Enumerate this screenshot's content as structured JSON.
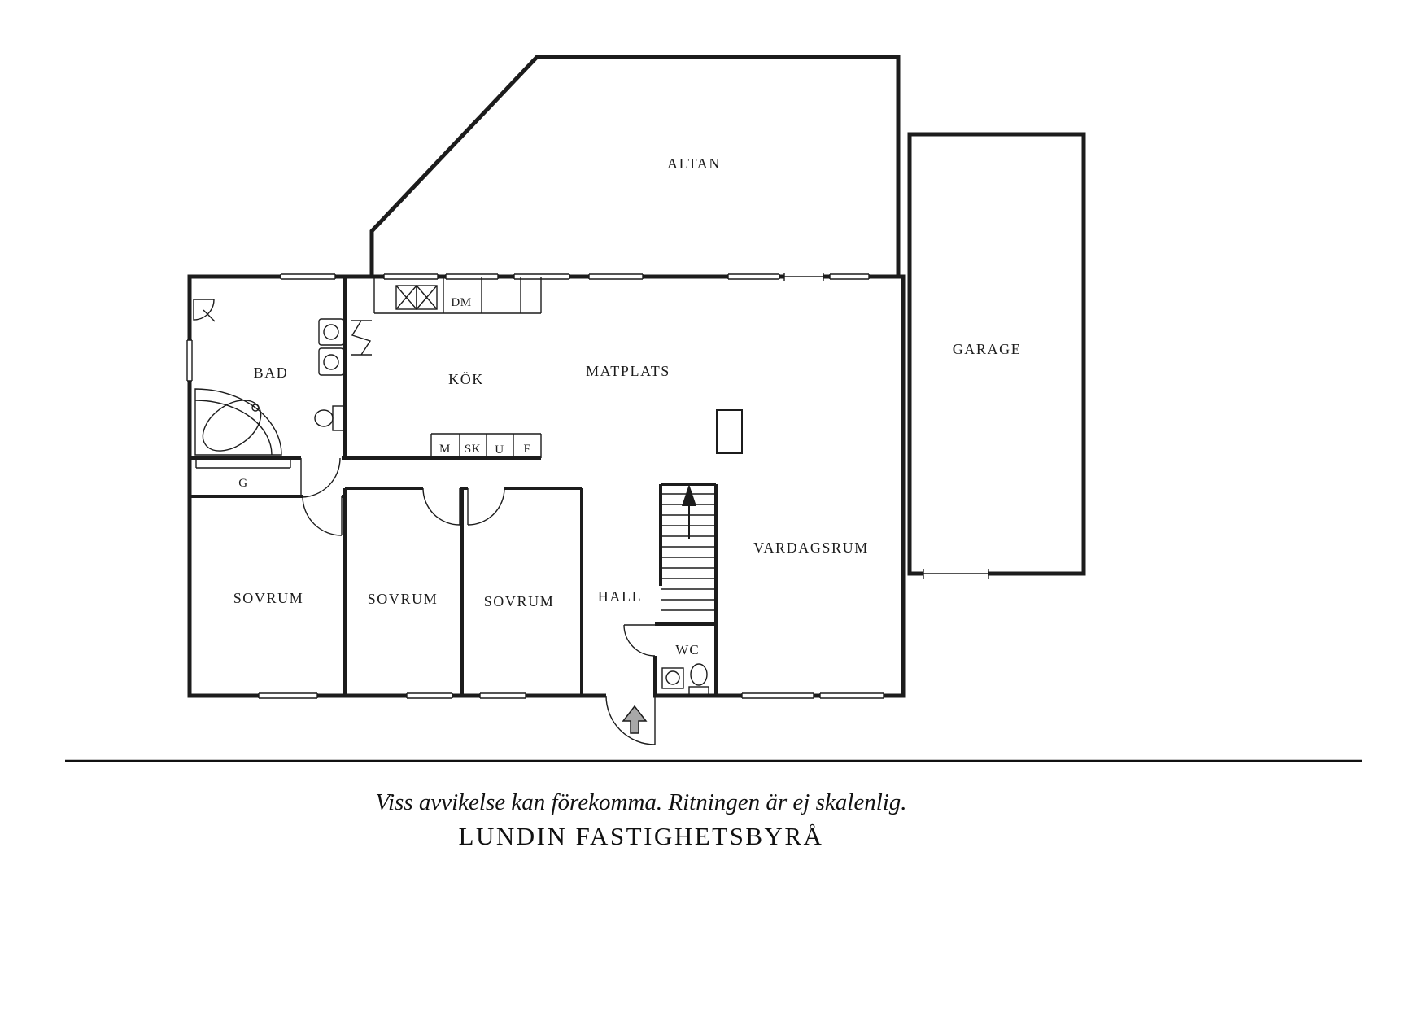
{
  "plan": {
    "rooms": {
      "altan": "ALTAN",
      "garage": "GARAGE",
      "bad": "BAD",
      "kok": "KÖK",
      "matplats": "MATPLATS",
      "vardagsrum": "VARDAGSRUM",
      "sovrum_1": "SOVRUM",
      "sovrum_2": "SOVRUM",
      "sovrum_3": "SOVRUM",
      "hall": "HALL",
      "wc": "WC",
      "garderob": "G"
    },
    "kitchen_units": {
      "dm": "DM",
      "m": "M",
      "sk": "SK",
      "u": "U",
      "f": "F"
    }
  },
  "footer": {
    "disclaimer": "Viss avvikelse kan förekomma. Ritningen är ej skalenlig.",
    "brand": "LUNDIN FASTIGHETSBYRÅ"
  },
  "colors": {
    "ink": "#1c1c1c",
    "arrow_gray": "#a8a8a8"
  }
}
